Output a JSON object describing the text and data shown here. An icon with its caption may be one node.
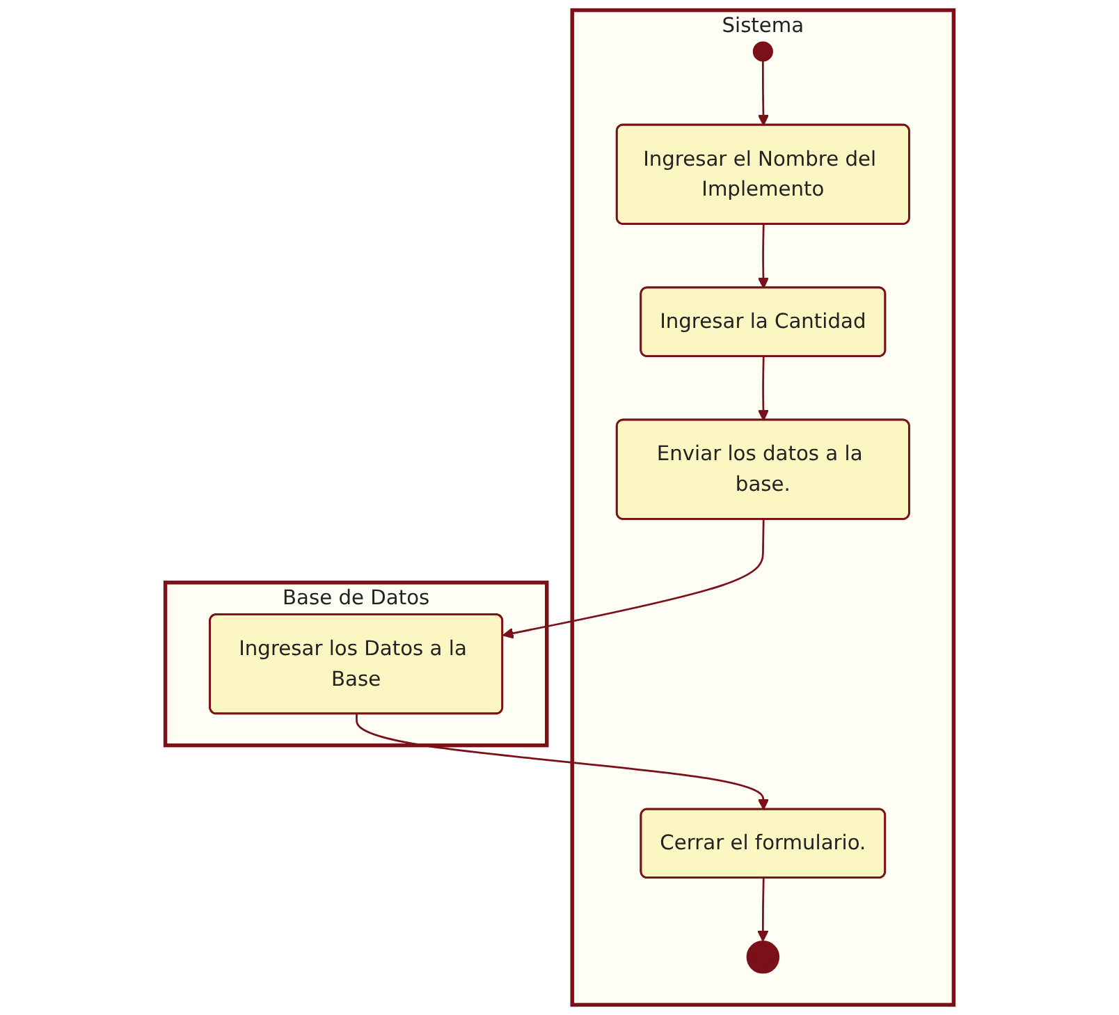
{
  "diagram": {
    "nodes": [
      {
        "text": [
          "Sistema"
        ]
      },
      {
        "text": [
          "Base de Datos"
        ]
      },
      {
        "text": [],
        "shape": "circle",
        "in": 0
      },
      {
        "text": [
          "Ingresar el Nombre del Implemento"
        ],
        "in": 0
      },
      {
        "text": [
          "Ingresar la Cantidad"
        ],
        "in": 0
      },
      {
        "text": [
          "Enviar los datos a la base."
        ],
        "in": 0
      },
      {
        "text": [
          "Ingresar los Datos a la Base"
        ],
        "in": 1
      },
      {
        "text": [
          "Cerrar el formulario."
        ],
        "in": 0
      },
      {
        "text": [],
        "shape": "bullseye",
        "in": 0
      }
    ],
    "edges": [
      {
        "from": 2,
        "to": 3,
        "arrow": "to"
      },
      {
        "from": 3,
        "to": 4,
        "arrow": "to"
      },
      {
        "from": 4,
        "to": 5,
        "arrow": "to"
      },
      {
        "from": 5,
        "to": 6,
        "arrow": "to"
      },
      {
        "from": 6,
        "to": 7,
        "arrow": "to"
      },
      {
        "from": 7,
        "to": 8,
        "arrow": "to"
      }
    ]
  }
}
